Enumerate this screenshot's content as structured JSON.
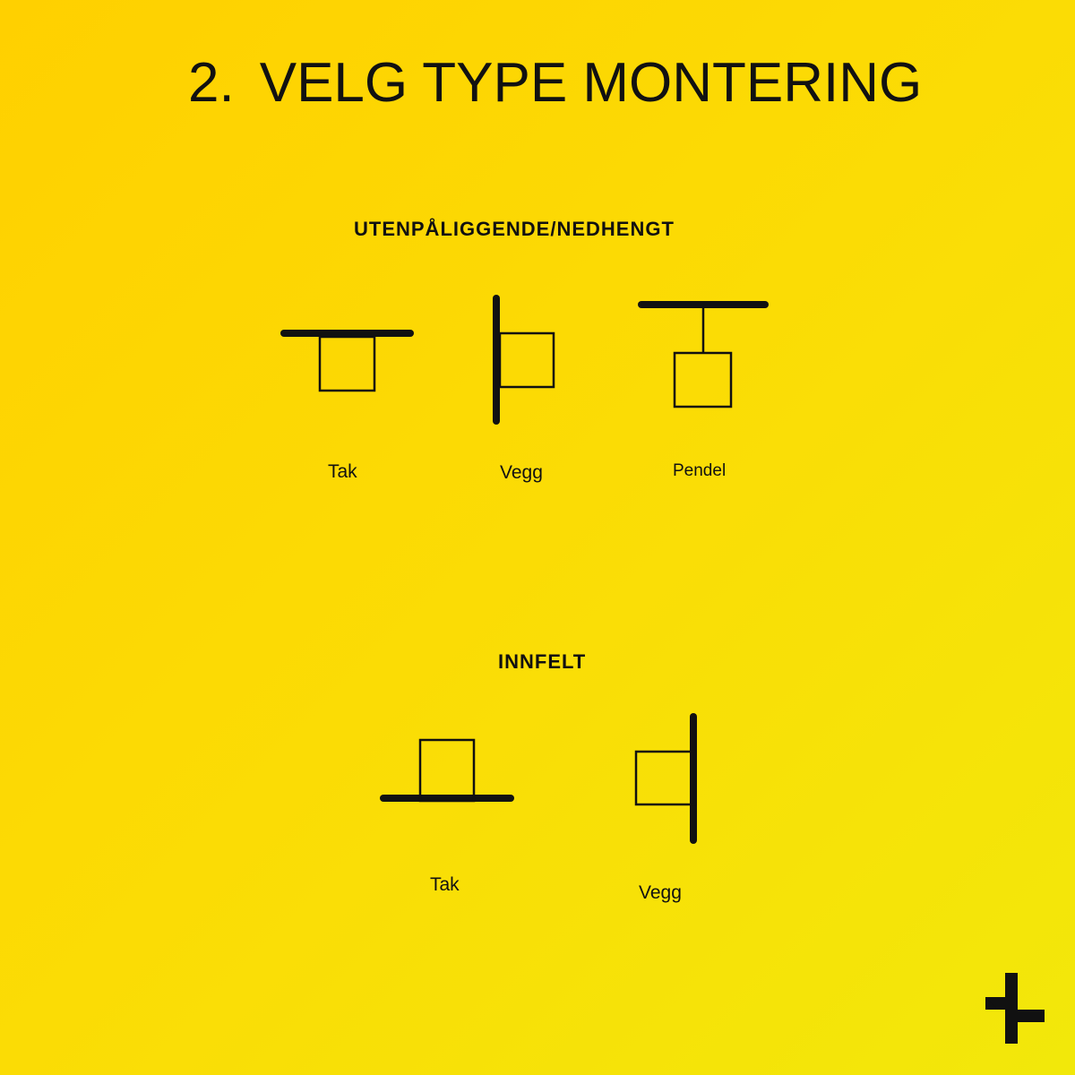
{
  "title": {
    "number": "2.",
    "text": "VELG TYPE MONTERING"
  },
  "surface_mounted": {
    "heading": "UTENPÅLIGGENDE/NEDHENGT",
    "options": [
      {
        "label": "Tak",
        "icon": "ceiling-mount-icon"
      },
      {
        "label": "Vegg",
        "icon": "wall-mount-icon"
      },
      {
        "label": "Pendel",
        "icon": "pendant-mount-icon"
      }
    ]
  },
  "recessed": {
    "heading": "INNFELT",
    "options": [
      {
        "label": "Tak",
        "icon": "recessed-ceiling-icon"
      },
      {
        "label": "Vegg",
        "icon": "recessed-wall-icon"
      }
    ]
  },
  "logo": {
    "icon": "plus-logo-icon"
  },
  "colors": {
    "background_start": "#ffd000",
    "background_end": "#f2e80a",
    "ink": "#111111"
  }
}
